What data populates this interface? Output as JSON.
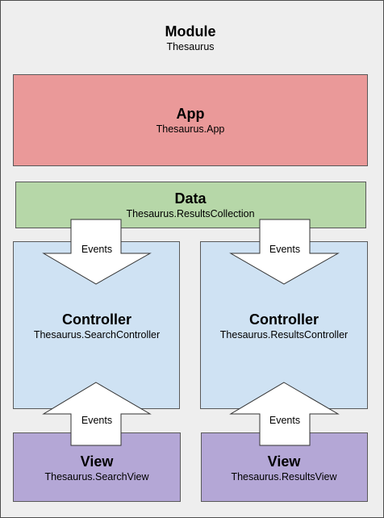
{
  "module": {
    "title": "Module",
    "subtitle": "Thesaurus"
  },
  "app": {
    "title": "App",
    "subtitle": "Thesaurus.App"
  },
  "data": {
    "title": "Data",
    "subtitle": "Thesaurus.ResultsCollection"
  },
  "controllers": [
    {
      "title": "Controller",
      "subtitle": "Thesaurus.SearchController"
    },
    {
      "title": "Controller",
      "subtitle": "Thesaurus.ResultsController"
    }
  ],
  "views": [
    {
      "title": "View",
      "subtitle": "Thesaurus.SearchView"
    },
    {
      "title": "View",
      "subtitle": "Thesaurus.ResultsView"
    }
  ],
  "arrows": {
    "label": "Events"
  },
  "colors": {
    "module": "#eeeeee",
    "app": "#ea9999",
    "data": "#b6d7a8",
    "controller": "#cfe2f3",
    "view": "#b4a7d6"
  }
}
